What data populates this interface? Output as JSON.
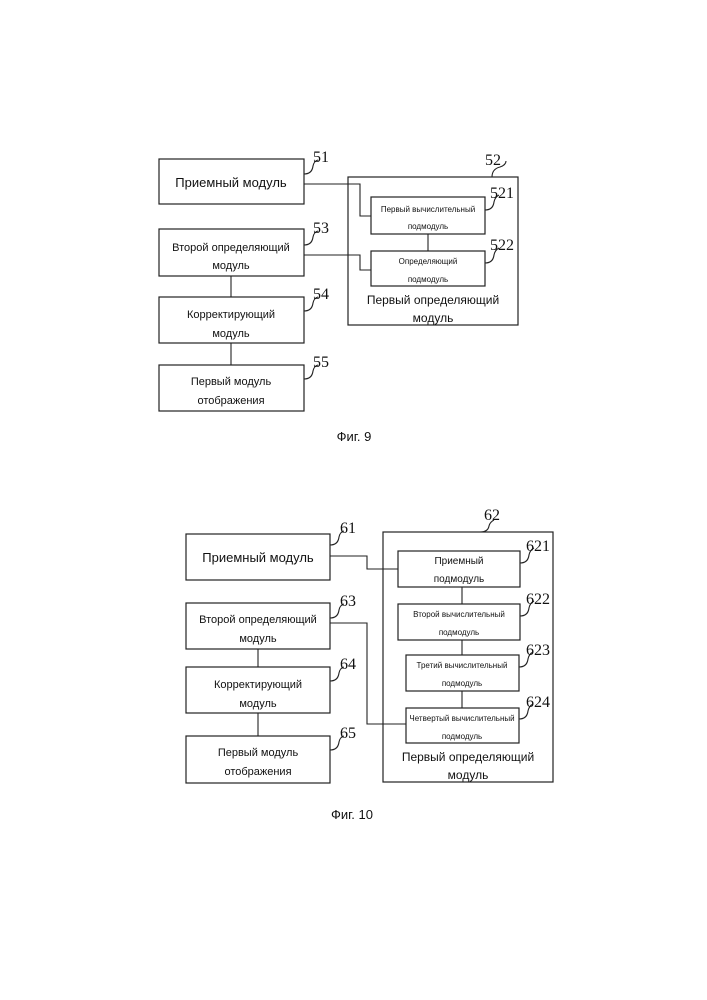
{
  "fig9": {
    "caption": "Фиг. 9",
    "m51": {
      "num": "51",
      "l1": "Приемный модуль"
    },
    "m52": {
      "num": "52",
      "l1": "Первый определяющий",
      "l2": "модуль"
    },
    "m521": {
      "num": "521",
      "l1": "Первый вычислительный",
      "l2": "подмодуль"
    },
    "m522": {
      "num": "522",
      "l1": "Определяющий",
      "l2": "подмодуль"
    },
    "m53": {
      "num": "53",
      "l1": "Второй определяющий",
      "l2": "модуль"
    },
    "m54": {
      "num": "54",
      "l1": "Корректирующий",
      "l2": "модуль"
    },
    "m55": {
      "num": "55",
      "l1": "Первый модуль",
      "l2": "отображения"
    }
  },
  "fig10": {
    "caption": "Фиг. 10",
    "m61": {
      "num": "61",
      "l1": "Приемный модуль"
    },
    "m62": {
      "num": "62",
      "l1": "Первый определяющий",
      "l2": "модуль"
    },
    "m621": {
      "num": "621",
      "l1": "Приемный",
      "l2": "подмодуль"
    },
    "m622": {
      "num": "622",
      "l1": "Второй вычислительный",
      "l2": "подмодуль"
    },
    "m623": {
      "num": "623",
      "l1": "Третий вычислительный",
      "l2": "подмодуль"
    },
    "m624": {
      "num": "624",
      "l1": "Четвертый вычислительный",
      "l2": "подмодуль"
    },
    "m63": {
      "num": "63",
      "l1": "Второй определяющий",
      "l2": "модуль"
    },
    "m64": {
      "num": "64",
      "l1": "Корректирующий",
      "l2": "модуль"
    },
    "m65": {
      "num": "65",
      "l1": "Первый модуль",
      "l2": "отображения"
    }
  }
}
